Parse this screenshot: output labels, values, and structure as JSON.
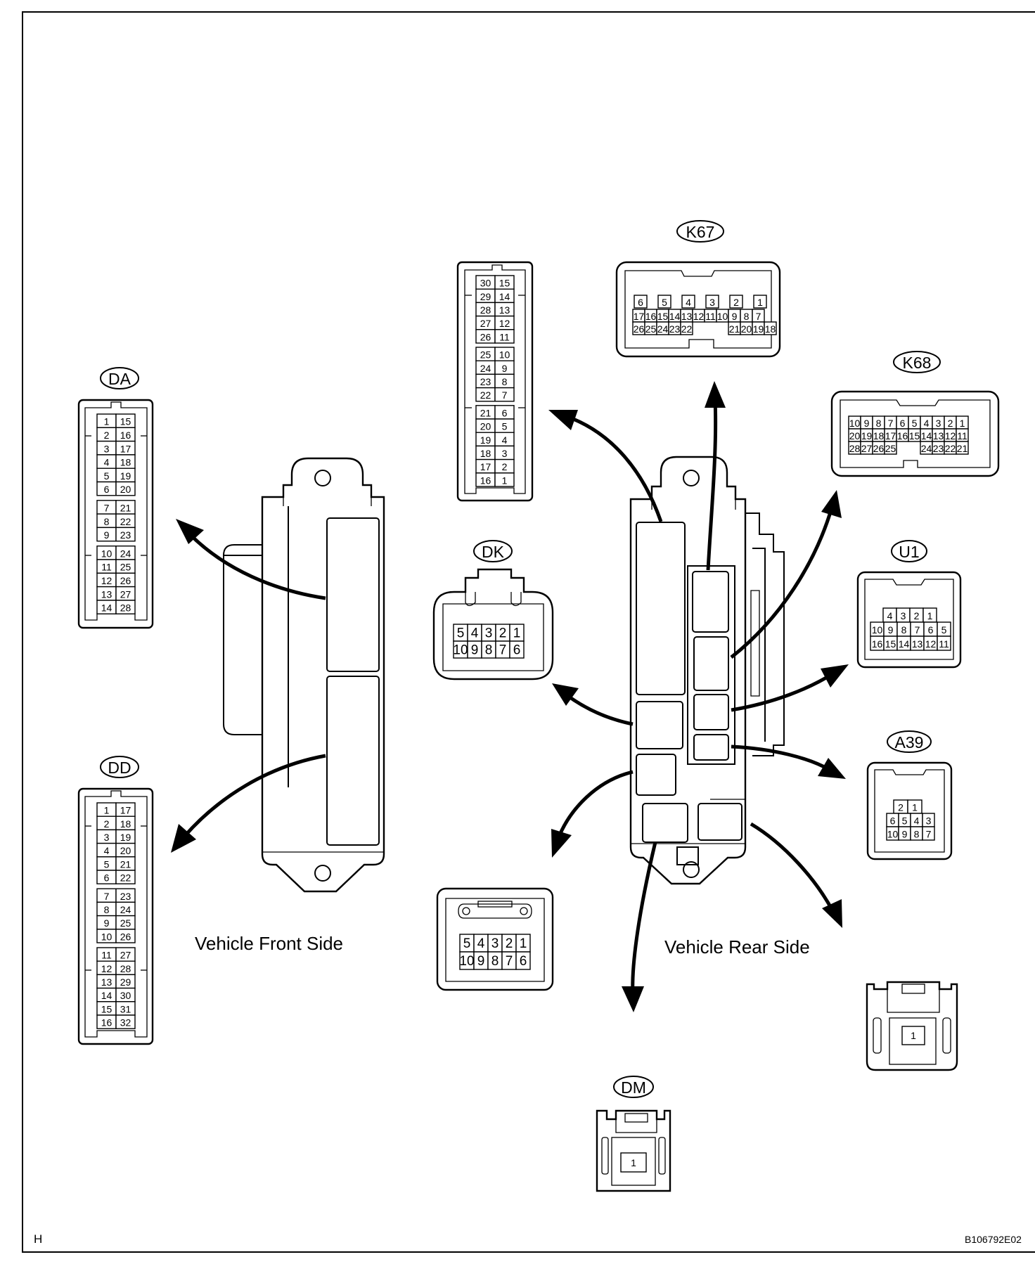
{
  "captions": {
    "front": "Vehicle Front Side",
    "rear": "Vehicle Rear Side"
  },
  "corner_letter": "H",
  "figure_code": "B106792E02",
  "connectors": {
    "DA": {
      "label": "DA",
      "rows": [
        [
          "1",
          "15"
        ],
        [
          "2",
          "16"
        ],
        [
          "3",
          "17"
        ],
        [
          "4",
          "18"
        ],
        [
          "5",
          "19"
        ],
        [
          "6",
          "20"
        ],
        [
          "7",
          "21"
        ],
        [
          "8",
          "22"
        ],
        [
          "9",
          "23"
        ],
        [
          "10",
          "24"
        ],
        [
          "11",
          "25"
        ],
        [
          "12",
          "26"
        ],
        [
          "13",
          "27"
        ],
        [
          "14",
          "28"
        ]
      ]
    },
    "DD": {
      "label": "DD",
      "rows": [
        [
          "1",
          "17"
        ],
        [
          "2",
          "18"
        ],
        [
          "3",
          "19"
        ],
        [
          "4",
          "20"
        ],
        [
          "5",
          "21"
        ],
        [
          "6",
          "22"
        ],
        [
          "7",
          "23"
        ],
        [
          "8",
          "24"
        ],
        [
          "9",
          "25"
        ],
        [
          "10",
          "26"
        ],
        [
          "11",
          "27"
        ],
        [
          "12",
          "28"
        ],
        [
          "13",
          "29"
        ],
        [
          "14",
          "30"
        ],
        [
          "15",
          "31"
        ],
        [
          "16",
          "32"
        ]
      ]
    },
    "C30": {
      "label": "",
      "rows": [
        [
          "30",
          "15"
        ],
        [
          "29",
          "14"
        ],
        [
          "28",
          "13"
        ],
        [
          "27",
          "12"
        ],
        [
          "26",
          "11"
        ],
        [
          "25",
          "10"
        ],
        [
          "24",
          "9"
        ],
        [
          "23",
          "8"
        ],
        [
          "22",
          "7"
        ],
        [
          "21",
          "6"
        ],
        [
          "20",
          "5"
        ],
        [
          "19",
          "4"
        ],
        [
          "18",
          "3"
        ],
        [
          "17",
          "2"
        ],
        [
          "16",
          "1"
        ]
      ]
    },
    "K67": {
      "label": "K67",
      "top_row": [
        "6",
        "5",
        "4",
        "3",
        "2",
        "1"
      ],
      "mid_row": [
        "17",
        "16",
        "15",
        "14",
        "13",
        "12",
        "11",
        "10",
        "9",
        "8",
        "7"
      ],
      "bot_row": [
        "26",
        "25",
        "24",
        "23",
        "22",
        "21",
        "20",
        "19",
        "18"
      ]
    },
    "K68": {
      "label": "K68",
      "row1": [
        "10",
        "9",
        "8",
        "7",
        "6",
        "5",
        "4",
        "3",
        "2",
        "1"
      ],
      "row2": [
        "20",
        "19",
        "18",
        "17",
        "16",
        "15",
        "14",
        "13",
        "12",
        "11"
      ],
      "row3": [
        "28",
        "27",
        "26",
        "25",
        "24",
        "23",
        "22",
        "21"
      ]
    },
    "DK": {
      "label": "DK",
      "row1": [
        "5",
        "4",
        "3",
        "2",
        "1"
      ],
      "row2": [
        "10",
        "9",
        "8",
        "7",
        "6"
      ]
    },
    "U1": {
      "label": "U1",
      "row1": [
        "4",
        "3",
        "2",
        "1"
      ],
      "row2": [
        "10",
        "9",
        "8",
        "7",
        "6",
        "5"
      ],
      "row3": [
        "16",
        "15",
        "14",
        "13",
        "12",
        "11"
      ]
    },
    "A39": {
      "label": "A39",
      "row1": [
        "2",
        "1"
      ],
      "row2": [
        "6",
        "5",
        "4",
        "3"
      ],
      "row3": [
        "10",
        "9",
        "8",
        "7"
      ]
    },
    "C10": {
      "label": "",
      "row1": [
        "5",
        "4",
        "3",
        "2",
        "1"
      ],
      "row2": [
        "10",
        "9",
        "8",
        "7",
        "6"
      ]
    },
    "DM": {
      "label": "DM",
      "pin": "1"
    },
    "C1": {
      "label": "",
      "pin": "1"
    }
  }
}
